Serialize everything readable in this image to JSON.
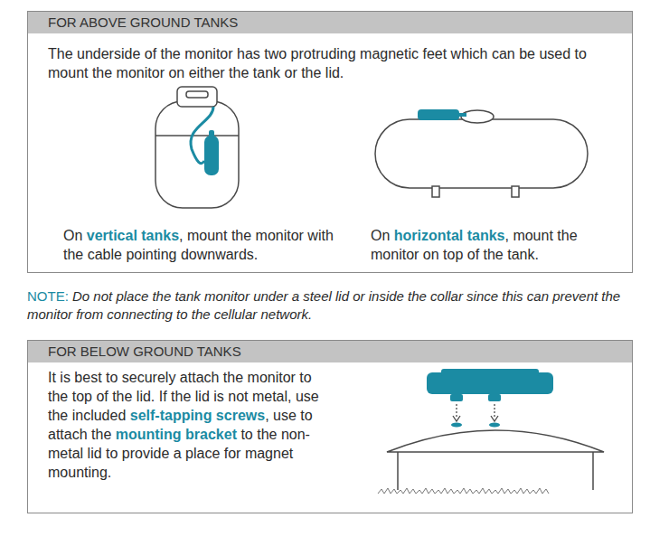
{
  "diagram": {
    "nodes": [
      {
        "text": [
          "FOR ABOVE GROUND TANKS",
          "The underside of the monitor has two protruding magnetic feet which can be used to mount the monitor on either the tank or the lid."
        ]
      },
      {
        "text": [
          "FOR BELOW GROUND TANKS",
          "It is best to securely attach the monitor to the top of the lid. If the lid is not metal, use the included",
          "self-tapping screws",
          ", use",
          "to attach the",
          "mounting bracket",
          "to the non-metal lid to provide a place for magnet mounting."
        ]
      }
    ],
    "labels": [
      "On",
      "vertical tanks",
      ", mount the monitor with the cable pointing downwards.",
      "On",
      "horizontal tanks",
      ", mount the monitor on top of the tank.",
      "NOTE:",
      "Do not place the tank monitor under a steel lid or inside the collar since this can prevent the monitor from connecting to the cellular network."
    ]
  }
}
